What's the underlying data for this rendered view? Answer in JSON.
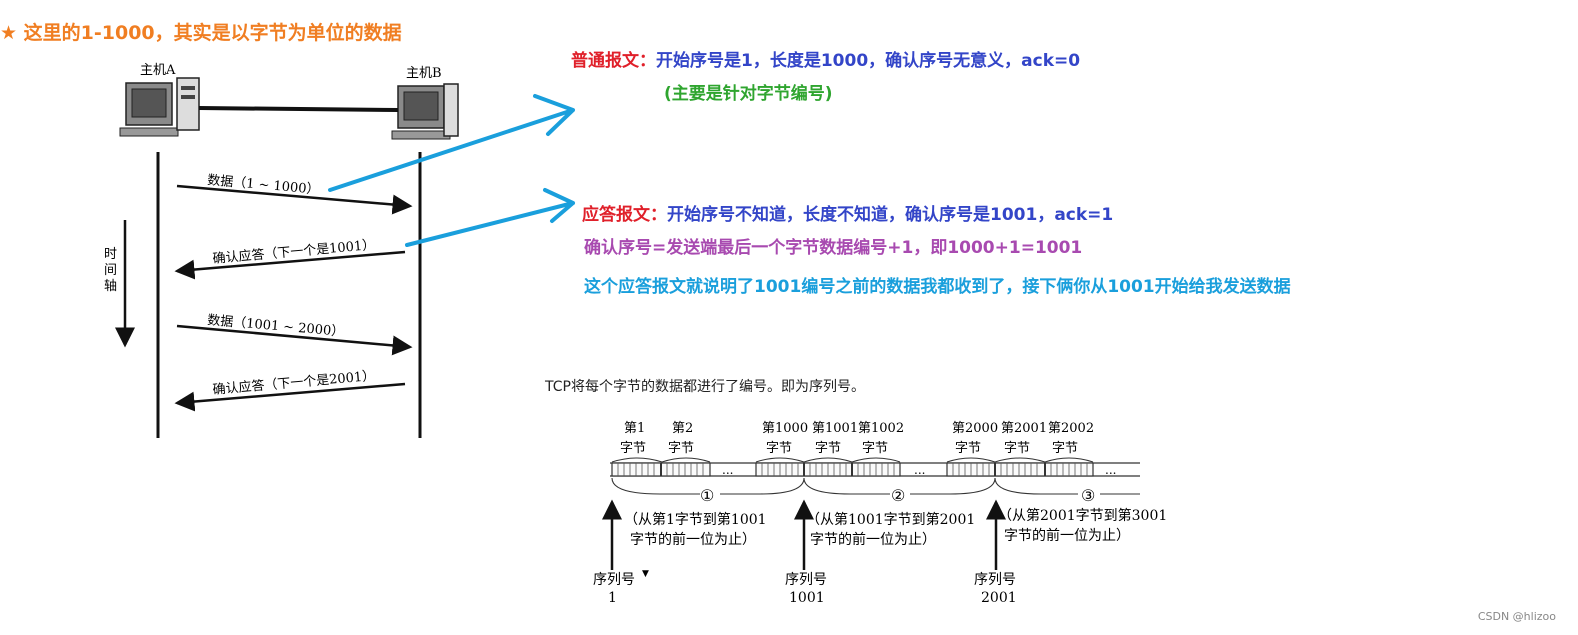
{
  "top_note": "这里的1-1000，其实是以字节为单位的数据",
  "hosts": {
    "a": "主机A",
    "b": "主机B"
  },
  "time_axis": [
    "时",
    "间",
    "轴"
  ],
  "messages": [
    "数据（1 ~ 1000）",
    "确认应答（下一个是1001）",
    "数据（1001 ~ 2000）",
    "确认应答（下一个是2001）"
  ],
  "normal": {
    "label": "普通报文：",
    "text": "开始序号是1，长度是1000，确认序号无意义，ack=0",
    "note": "(主要是针对字节编号)"
  },
  "reply": {
    "label": "应答报文：",
    "text": "开始序号不知道，长度不知道，确认序号是1001，ack=1",
    "formula": "确认序号=发送端最后一个字节数据编号+1，即1000+1=1001",
    "explain": "这个应答报文就说明了1001编号之前的数据我都收到了，接下俩你从1001开始给我发送数据"
  },
  "caption": "TCP将每个字节的数据都进行了编号。即为序列号。",
  "bytes": {
    "labels": [
      [
        "第1",
        "字节"
      ],
      [
        "第2",
        "字节"
      ],
      [
        "第1000",
        "字节"
      ],
      [
        "第1001",
        "字节"
      ],
      [
        "第1002",
        "字节"
      ],
      [
        "第2000",
        "字节"
      ],
      [
        "第2001",
        "字节"
      ],
      [
        "第2002",
        "字节"
      ]
    ],
    "ellipsis": "...",
    "segments": [
      {
        "num": "①",
        "desc1": "（从第1字节到第1001",
        "desc2": "字节的前一位为止）"
      },
      {
        "num": "②",
        "desc1": "（从第1001字节到第2001",
        "desc2": "字节的前一位为止）"
      },
      {
        "num": "③",
        "desc1": "（从第2001字节到第3001",
        "desc2": "字节的前一位为止）"
      }
    ],
    "seq_label": "序列号",
    "seq_values": [
      "1",
      "1001",
      "2001"
    ]
  },
  "watermark": "CSDN @hlizoo",
  "colors": {
    "orange": "#f07e22",
    "red": "#e0202a",
    "blue": "#3345c8",
    "green": "#2fa52f",
    "purple": "#a84ab0",
    "cyan": "#1a9fdc"
  }
}
